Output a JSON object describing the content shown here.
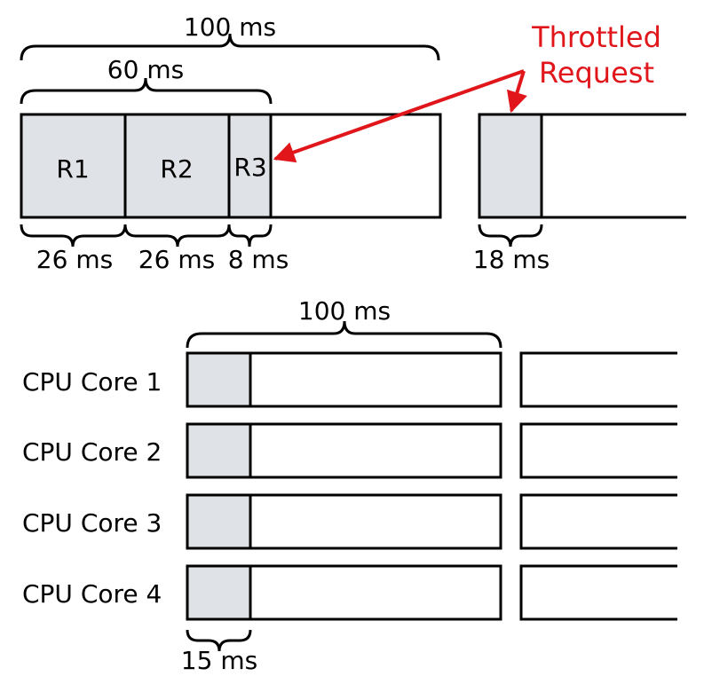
{
  "colors": {
    "fill": "#dfe2e6",
    "stroke": "#000000",
    "accent": "#e0161b"
  },
  "top": {
    "total_label": "100 ms",
    "quota_label": "60 ms",
    "requests": [
      {
        "label": "R1",
        "duration": "26 ms"
      },
      {
        "label": "R2",
        "duration": "26 ms"
      },
      {
        "label": "R3",
        "duration": "8 ms"
      }
    ],
    "throttled": {
      "line1": "Throttled",
      "line2": "Request",
      "duration": "18 ms"
    }
  },
  "bottom": {
    "total_label": "100 ms",
    "cores": [
      "CPU Core 1",
      "CPU Core 2",
      "CPU Core 3",
      "CPU Core 4"
    ],
    "slice_label": "15 ms"
  }
}
